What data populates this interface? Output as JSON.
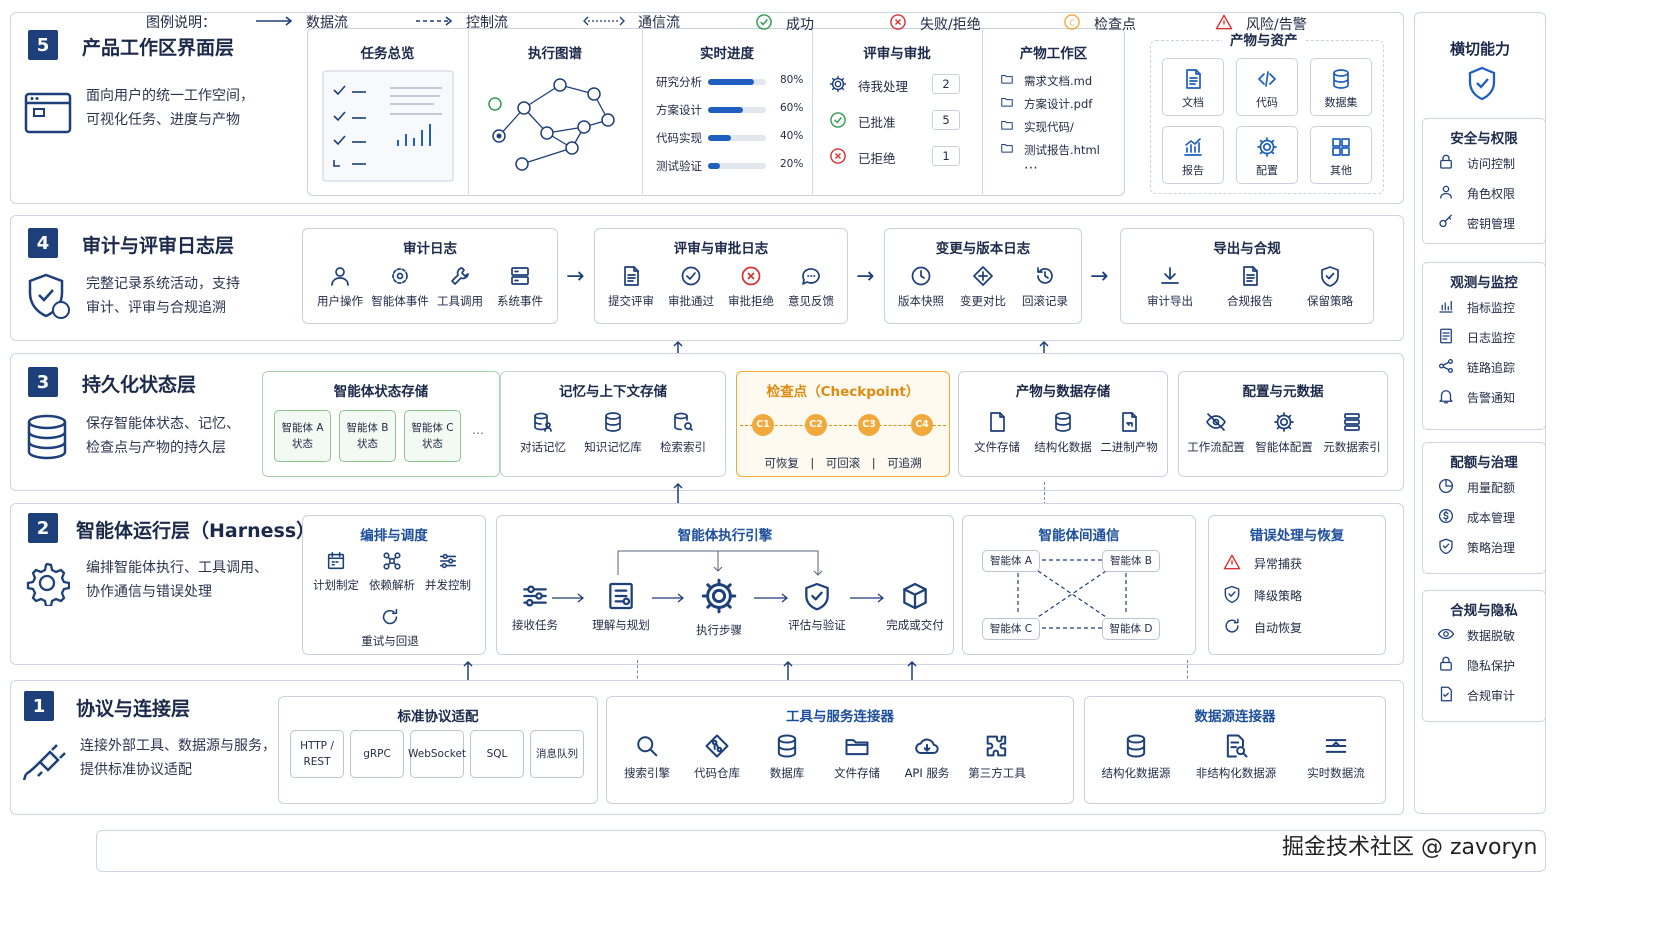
{
  "layers": [
    {
      "num": "5",
      "title": "产品工作区界面层",
      "desc": [
        "面向用户的统一工作空间，",
        "可视化任务、进度与产物"
      ]
    },
    {
      "num": "4",
      "title": "审计与评审日志层",
      "desc": [
        "完整记录系统活动，支持",
        "审计、评审与合规追溯"
      ]
    },
    {
      "num": "3",
      "title": "持久化状态层",
      "desc": [
        "保存智能体状态、记忆、",
        "检查点与产物的持久层"
      ]
    },
    {
      "num": "2",
      "title": "智能体运行层（Harness）",
      "desc": [
        "编排智能体执行、工具调用、",
        "协作通信与错误处理"
      ]
    },
    {
      "num": "1",
      "title": "协议与连接层",
      "desc": [
        "连接外部工具、数据源与服务，",
        "提供标准协议适配"
      ]
    }
  ],
  "l5": {
    "task": "任务总览",
    "graph": "执行图谱",
    "progress": {
      "title": "实时进度",
      "rows": [
        {
          "label": "研究分析",
          "value": 80,
          "text": "80%"
        },
        {
          "label": "方案设计",
          "value": 60,
          "text": "60%"
        },
        {
          "label": "代码实现",
          "value": 40,
          "text": "40%"
        },
        {
          "label": "测试验证",
          "value": 20,
          "text": "20%"
        }
      ]
    },
    "review": {
      "title": "评审与审批",
      "rows": [
        {
          "label": "待我处理",
          "count": "2"
        },
        {
          "label": "已批准",
          "count": "5"
        },
        {
          "label": "已拒绝",
          "count": "1"
        }
      ]
    },
    "files": {
      "title": "产物工作区",
      "items": [
        "需求文档.md",
        "方案设计.pdf",
        "实现代码/",
        "测试报告.html"
      ],
      "more": "⋯"
    },
    "assets": {
      "title": "产物与资产",
      "items": [
        "文档",
        "代码",
        "数据集",
        "报告",
        "配置",
        "其他"
      ]
    }
  },
  "l4": {
    "audit": {
      "title": "审计日志",
      "items": [
        "用户操作",
        "智能体事件",
        "工具调用",
        "系统事件"
      ]
    },
    "review": {
      "title": "评审与审批日志",
      "items": [
        "提交评审",
        "审批通过",
        "审批拒绝",
        "意见反馈"
      ]
    },
    "change": {
      "title": "变更与版本日志",
      "items": [
        "版本快照",
        "变更对比",
        "回滚记录"
      ]
    },
    "export": {
      "title": "导出与合规",
      "items": [
        "审计导出",
        "合规报告",
        "保留策略"
      ]
    }
  },
  "l3": {
    "state": {
      "title": "智能体状态存储",
      "agents": [
        {
          "name": "智能体 A",
          "state": "状态"
        },
        {
          "name": "智能体 B",
          "state": "状态"
        },
        {
          "name": "智能体 C",
          "state": "状态"
        }
      ],
      "more": "⋯"
    },
    "memory": {
      "title": "记忆与上下文存储",
      "items": [
        "对话记忆",
        "知识记忆库",
        "检索索引"
      ]
    },
    "checkpoint": {
      "title": "检查点（Checkpoint）",
      "nodes": [
        "C1",
        "C2",
        "C3",
        "C4"
      ],
      "caption": "可恢复　|　可回滚　|　可追溯"
    },
    "artifact": {
      "title": "产物与数据存储",
      "items": [
        "文件存储",
        "结构化数据",
        "二进制产物"
      ]
    },
    "config": {
      "title": "配置与元数据",
      "items": [
        "工作流配置",
        "智能体配置",
        "元数据索引"
      ]
    }
  },
  "l2": {
    "orch": {
      "title": "编排与调度",
      "items": [
        "计划制定",
        "依赖解析",
        "并发控制",
        "重试与回退"
      ]
    },
    "engine": {
      "title": "智能体执行引擎",
      "items": [
        "接收任务",
        "理解与规划",
        "执行步骤",
        "评估与验证",
        "完成或交付"
      ]
    },
    "comm": {
      "title": "智能体间通信",
      "agents": [
        "智能体 A",
        "智能体 B",
        "智能体 C",
        "智能体 D"
      ]
    },
    "err": {
      "title": "错误处理与恢复",
      "items": [
        "异常捕获",
        "降级策略",
        "自动恢复"
      ]
    }
  },
  "l1": {
    "proto": {
      "title": "标准协议适配",
      "items": [
        "HTTP /\nREST",
        "gRPC",
        "WebSocket",
        "SQL",
        "消息队列"
      ]
    },
    "tools": {
      "title": "工具与服务连接器",
      "items": [
        "搜索引擎",
        "代码仓库",
        "数据库",
        "文件存储",
        "API 服务",
        "第三方工具"
      ]
    },
    "data": {
      "title": "数据源连接器",
      "items": [
        "结构化数据源",
        "非结构化数据源",
        "实时数据流"
      ]
    }
  },
  "side": {
    "title": "横切能力",
    "groups": [
      {
        "title": "安全与权限",
        "items": [
          "访问控制",
          "角色权限",
          "密钥管理"
        ]
      },
      {
        "title": "观测与监控",
        "items": [
          "指标监控",
          "日志监控",
          "链路追踪",
          "告警通知"
        ]
      },
      {
        "title": "配额与治理",
        "items": [
          "用量配额",
          "成本管理",
          "策略治理"
        ]
      },
      {
        "title": "合规与隐私",
        "items": [
          "数据脱敏",
          "隐私保护",
          "合规审计"
        ]
      }
    ]
  },
  "legend": {
    "title": "图例说明：",
    "items": [
      "数据流",
      "控制流",
      "通信流",
      "成功",
      "失败/拒绝",
      "检查点",
      "风险/告警"
    ]
  },
  "watermark": "掘金技术社区 @ zavoryn",
  "colors": {
    "navy": "#1d3f7a",
    "blue": "#1f5fbf",
    "green": "#2e9b4a",
    "red": "#d93030",
    "orange": "#f0a93a"
  }
}
